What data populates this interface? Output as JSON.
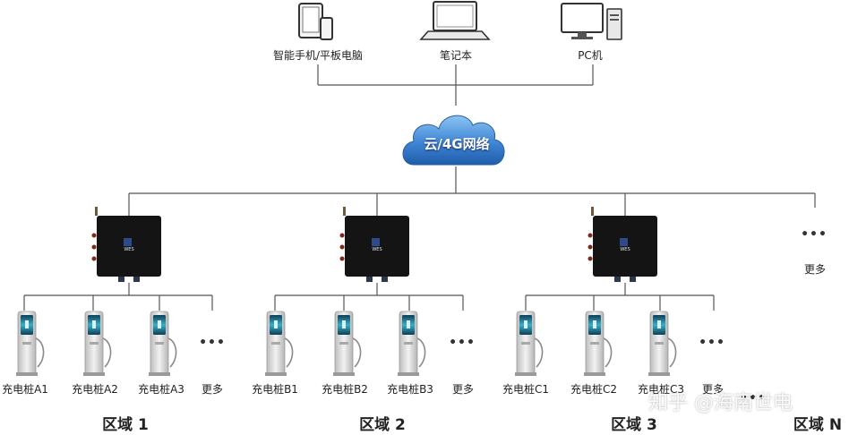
{
  "devices": [
    {
      "label": "智能手机/平板电脑",
      "icon": "tablet-phone-icon"
    },
    {
      "label": "笔记本",
      "icon": "laptop-icon"
    },
    {
      "label": "PC机",
      "icon": "desktop-pc-icon"
    }
  ],
  "cloud": {
    "label": "云/4G网络",
    "icon": "cloud-icon"
  },
  "gateways": [
    {
      "brand": "WES",
      "zone": "区域 1"
    },
    {
      "brand": "WES",
      "zone": "区域 2"
    },
    {
      "brand": "WES",
      "zone": "区域 3"
    }
  ],
  "extra": {
    "dots": "•••",
    "more_label": "更多",
    "zone": "区域 N"
  },
  "chargers": {
    "zone1": [
      "充电桩A1",
      "充电桩A2",
      "充电桩A3",
      "更多"
    ],
    "zone2": [
      "充电桩B1",
      "充电桩B2",
      "充电桩B3",
      "更多"
    ],
    "zone3": [
      "充电桩C1",
      "充电桩C2",
      "充电桩C3",
      "更多"
    ]
  },
  "dots_text": "•••",
  "watermark": "知乎 @海南世电",
  "colors": {
    "line": "#555555",
    "gateway": "#141414",
    "cloud": "#3f7fd0",
    "charger_body": "#dcdcdc",
    "charger_screen": "#1f8aa0"
  }
}
